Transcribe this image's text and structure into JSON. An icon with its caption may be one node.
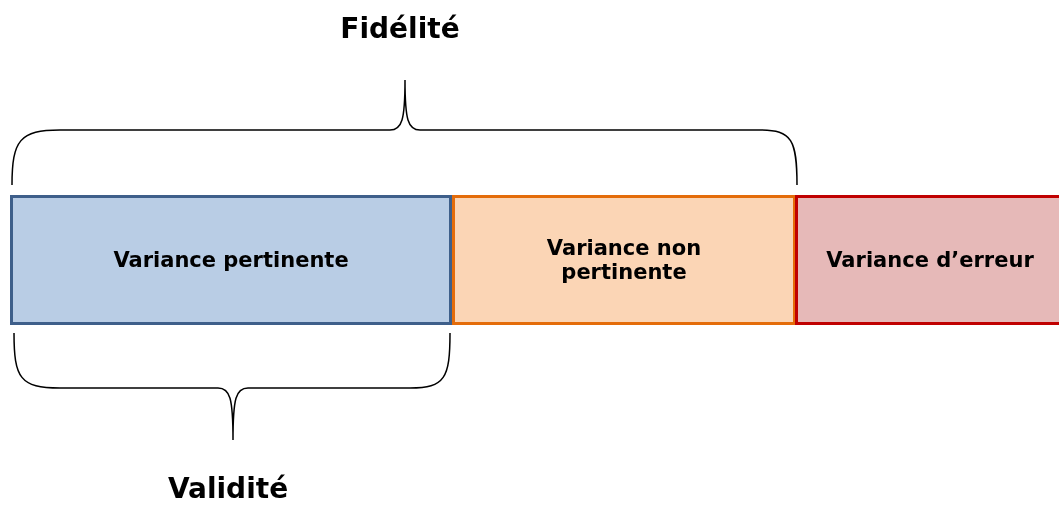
{
  "diagram": {
    "nodes": [
      {
        "text": [
          "Variance pertinente"
        ]
      },
      {
        "text": [
          "Variance non pertinente"
        ]
      },
      {
        "text": [
          "Variance d’erreur"
        ]
      }
    ],
    "labels": [
      "Fidélité",
      "Validité"
    ]
  }
}
